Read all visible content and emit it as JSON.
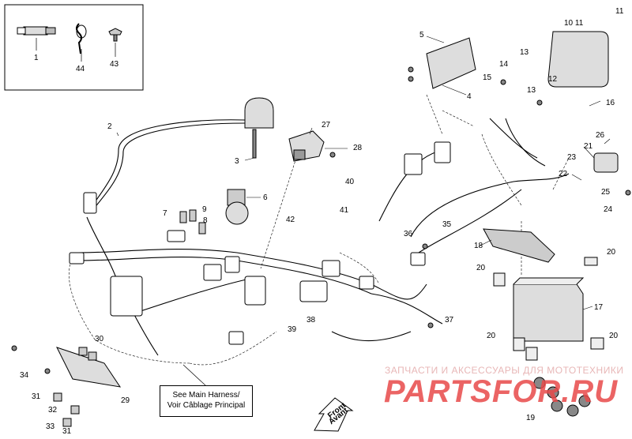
{
  "doc_id": "207681102",
  "callout_main_harness": {
    "line1": "See Main Harness/",
    "line2": "Voir Câblage Principal"
  },
  "front_arrow": {
    "line1": "Front",
    "line2": "Avant"
  },
  "watermark": {
    "line1": "ЗАПЧАСТИ И АКСЕССУАРЫ ДЛЯ МОТОТЕХНИКИ",
    "logo": "PARTSFOR.RU"
  },
  "labels": {
    "l1": "1",
    "l2": "2",
    "l3": "3",
    "l4": "4",
    "l5": "5",
    "l6": "6",
    "l7": "7",
    "l8": "8",
    "l9": "9",
    "l10": "10 11",
    "l11": "11",
    "l12": "12",
    "l13a": "13",
    "l13b": "13",
    "l14": "14",
    "l15": "15",
    "l16": "16",
    "l17": "17",
    "l18": "18",
    "l19": "19",
    "l20a": "20",
    "l20b": "20",
    "l20c": "20",
    "l20d": "20",
    "l21": "21",
    "l22": "22",
    "l23": "23",
    "l24": "24",
    "l25": "25",
    "l26": "26",
    "l27": "27",
    "l28": "28",
    "l29": "29",
    "l30": "30",
    "l31a": "31",
    "l31b": "31",
    "l32": "32",
    "l33": "33",
    "l34": "34",
    "l35": "35",
    "l36": "36",
    "l37": "37",
    "l38": "38",
    "l39": "39",
    "l40": "40",
    "l41": "41",
    "l42": "42",
    "l43": "43",
    "l44": "44"
  }
}
